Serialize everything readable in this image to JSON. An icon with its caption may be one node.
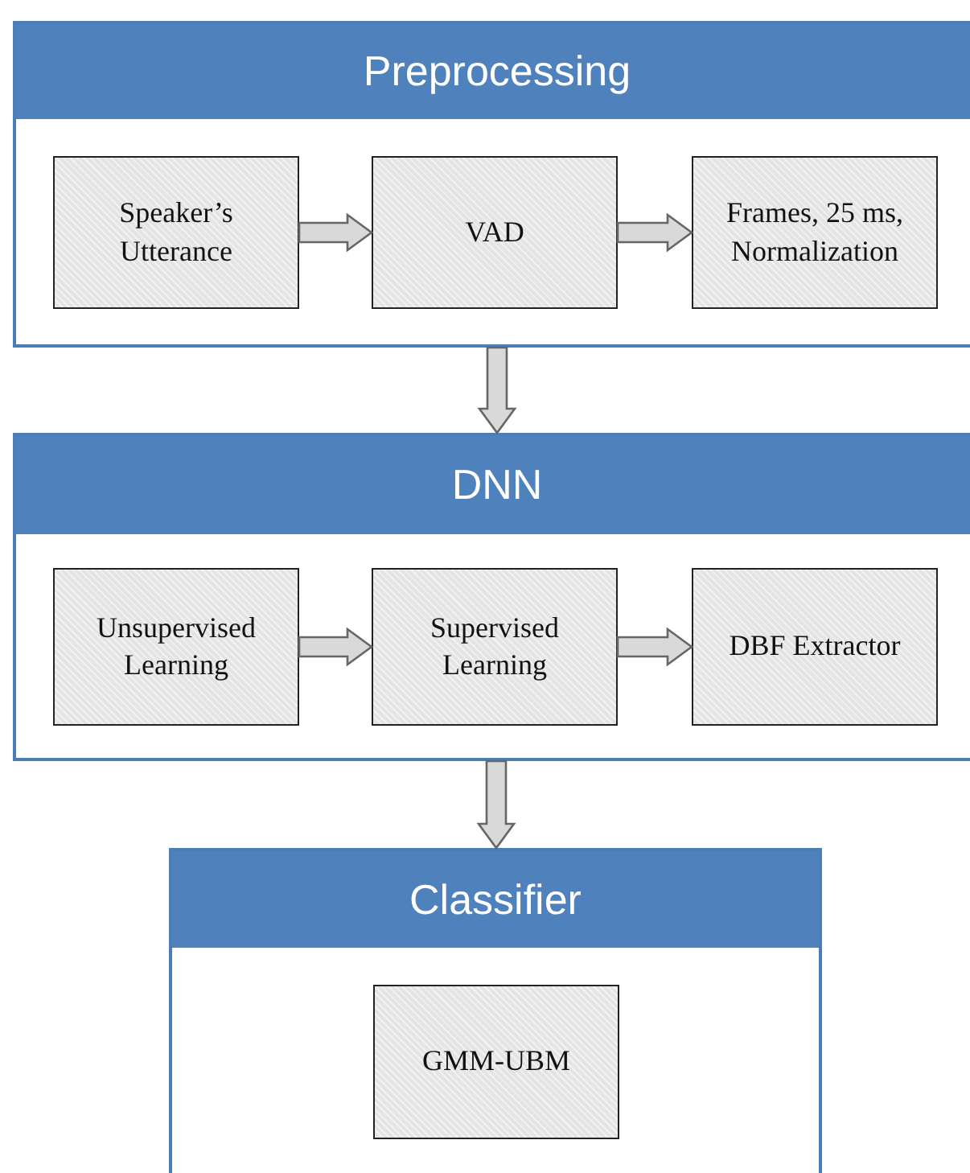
{
  "diagram": {
    "nodes": [
      {
        "text": [
          "Preprocessing"
        ]
      },
      {
        "text": [
          "Speaker’s Utterance"
        ],
        "in": 0
      },
      {
        "text": [
          "VAD"
        ],
        "in": 0
      },
      {
        "text": [
          "Frames, 25 ms, Normalization"
        ],
        "in": 0
      },
      {
        "text": [
          "DNN"
        ]
      },
      {
        "text": [
          "Unsupervised Learning"
        ],
        "in": 4
      },
      {
        "text": [
          "Supervised Learning"
        ],
        "in": 4
      },
      {
        "text": [
          "DBF Extractor"
        ],
        "in": 4
      },
      {
        "text": [
          "Classifier"
        ]
      },
      {
        "text": [
          "GMM-UBM"
        ],
        "in": 8
      }
    ],
    "edges": [
      {
        "from": 1,
        "to": 2,
        "arrow": "to"
      },
      {
        "from": 2,
        "to": 3,
        "arrow": "to"
      },
      {
        "from": 0,
        "to": 4,
        "arrow": "to"
      },
      {
        "from": 5,
        "to": 6,
        "arrow": "to"
      },
      {
        "from": 6,
        "to": 7,
        "arrow": "to"
      },
      {
        "from": 4,
        "to": 8,
        "arrow": "to"
      }
    ]
  }
}
